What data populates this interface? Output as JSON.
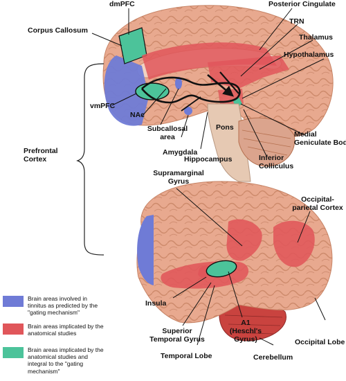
{
  "colors": {
    "blue": "#6f7bd6",
    "red": "#e0565a",
    "green": "#4cc39a",
    "brain_tissue": "#e8a98f",
    "brain_fold": "#b5704f",
    "stem": "#e6c9b3"
  },
  "labels": {
    "dmpfc": "dmPFC",
    "corpus_callosum": "Corpus Callosum",
    "posterior_cingulate": "Posterior Cingulate",
    "trn": "TRN",
    "thalamus": "Thalamus",
    "hypothalamus": "Hypothalamus",
    "vmpfc": "vmPFC",
    "nac": "NAc",
    "subcallosal_1": "Subcallosal",
    "subcallosal_2": "area",
    "pons": "Pons",
    "medial_geniculate_1": "Medial",
    "medial_geniculate_2": "Geniculate Body",
    "amygdala": "Amygdala",
    "hippocampus": "Hippocampus",
    "inferior_colliculus_1": "Inferior",
    "inferior_colliculus_2": "Colliculus",
    "prefrontal_1": "Prefrontal",
    "prefrontal_2": "Cortex",
    "supramarginal_1": "Supramarginal",
    "supramarginal_2": "Gyrus",
    "occipital_parietal_1": "Occipital-",
    "occipital_parietal_2": "parietal Cortex",
    "insula": "Insula",
    "superior_temporal_1": "Superior",
    "superior_temporal_2": "Temporal Gyrus",
    "a1_1": "A1",
    "a1_2": "(Heschl's",
    "a1_3": "Gyrus)",
    "occipital_lobe": "Occipital Lobe",
    "temporal_lobe": "Temporal Lobe",
    "cerebellum": "Cerebellum"
  },
  "legend": [
    {
      "color": "#6f7bd6",
      "text": "Brain areas involved in tinnitus as predicted by the \"gating mechanism\""
    },
    {
      "color": "#e0565a",
      "text": "Brain areas implicated by the anatomical studies"
    },
    {
      "color": "#4cc39a",
      "text": "Brain areas  implicated by the anatomical studies and integral to the \"gating mechanism\""
    }
  ]
}
